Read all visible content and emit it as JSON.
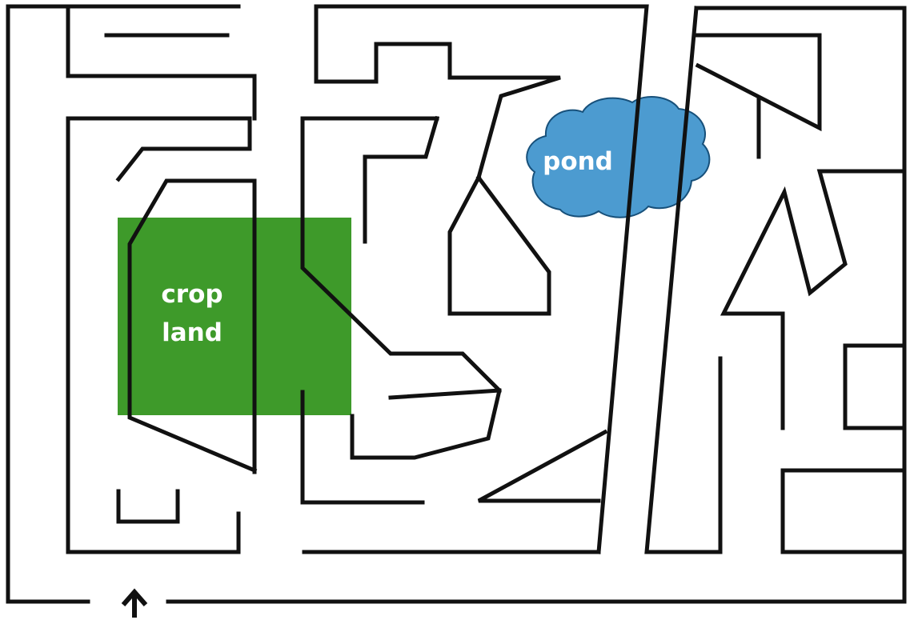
{
  "maze": {
    "regions": {
      "crop_land": {
        "label_line1": "crop",
        "label_line2": "land",
        "color": "#3e9a2a"
      },
      "pond": {
        "label": "pond",
        "color": "#4c9bd0",
        "outline": "#17507a"
      }
    },
    "entrance_arrow": {
      "icon": "up-arrow-icon"
    },
    "wall_color": "#111111",
    "background": "#ffffff"
  }
}
